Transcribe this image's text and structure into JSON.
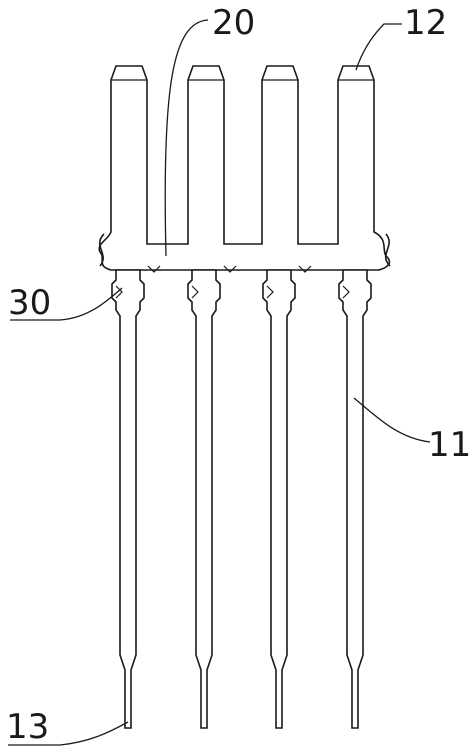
{
  "figure": {
    "pin_count": 4,
    "callouts": {
      "label_20": "20",
      "label_12": "12",
      "label_30": "30",
      "label_11": "11",
      "label_13": "13"
    }
  }
}
